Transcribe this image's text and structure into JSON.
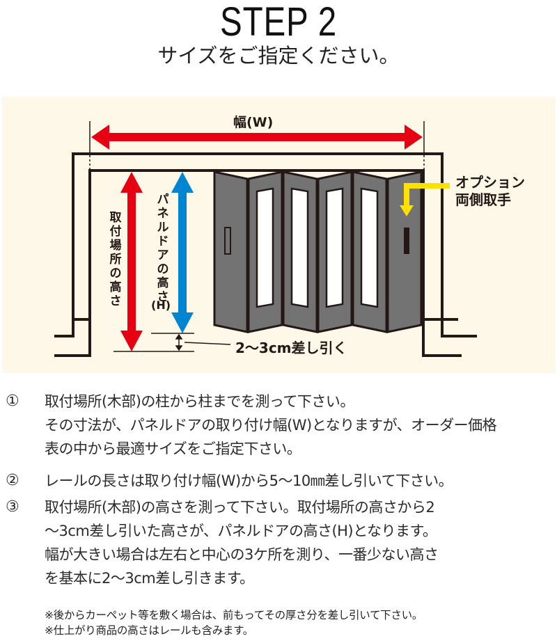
{
  "header": {
    "title": "STEP 2",
    "subtitle": "サイズをご指定ください。"
  },
  "diagram": {
    "width_label": "幅(W)",
    "mount_height_label": "取付場所の高さ",
    "panel_height_label": "パネルドアの高さ",
    "panel_height_unit": "(H)",
    "clearance_label": "2〜3cm差し引く",
    "option_label_line1": "オプション",
    "option_label_line2": "両側取手",
    "colors": {
      "background": "#fdf8e8",
      "width_arrow": "#e60012",
      "mount_height_arrow": "#e60012",
      "panel_height_arrow": "#0086d1",
      "option_arrow": "#ffe100",
      "door_panel": "#737373",
      "outline": "#231815",
      "window": "#ffffff"
    }
  },
  "notes": [
    {
      "number": "①",
      "text": "取付場所(木部)の柱から柱までを測って下さい。\nその寸法が、パネルドアの取り付け幅(W)となりますが、オーダー価格\n表の中から最適サイズをご指定下さい。"
    },
    {
      "number": "②",
      "text": "レールの長さは取り付け幅(W)から5〜10㎜差し引いて下さい。"
    },
    {
      "number": "③",
      "text": "取付場所(木部)の高さを測って下さい。取付場所の高さから2\n〜3cm差し引いた高さが、パネルドアの高さ(H)となります。\n幅が大きい場合は左右と中心の3ケ所を測り、一番少ない高さ\nを基本に2〜3cm差し引きます。"
    }
  ],
  "footnotes": [
    "※後からカーペット等を敷く場合は、前もってその厚さ分を差し引いて下さい。",
    "※仕上がり商品の高さはレールも含みます。"
  ]
}
